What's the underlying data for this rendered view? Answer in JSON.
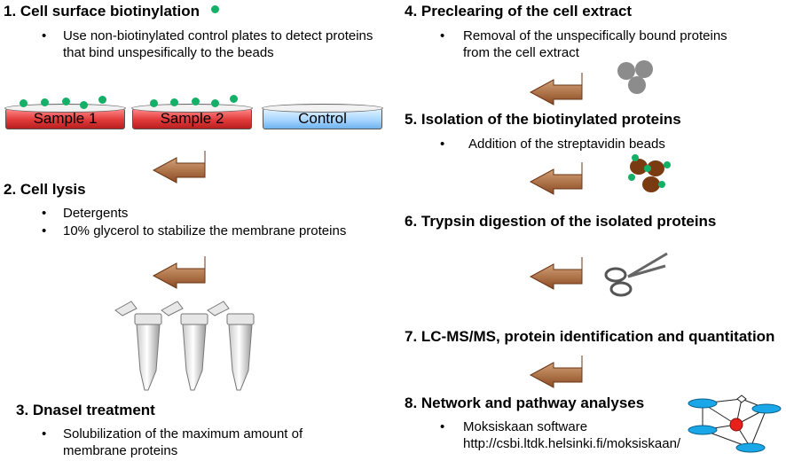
{
  "steps": [
    {
      "title": "1. Cell surface biotinylation",
      "bullets": [
        "Use non-biotinylated control plates to detect proteins",
        "that bind unspesifically to the beads"
      ]
    },
    {
      "title": "2. Cell lysis",
      "bullets": [
        "Detergents",
        "10% glycerol to stabilize the membrane proteins"
      ]
    },
    {
      "title": "3. DnaseI treatment",
      "bullets": [
        "Solubilization of the maximum amount of",
        "membrane proteins"
      ]
    },
    {
      "title": "4. Preclearing of the cell extract",
      "bullets": [
        "Removal of the unspecifically bound proteins",
        "from the cell extract"
      ]
    },
    {
      "title": "5. Isolation of the biotinylated proteins",
      "bullets": [
        "Addition of the streptavidin beads"
      ]
    },
    {
      "title": "6. Trypsin digestion of the isolated proteins"
    },
    {
      "title": "7. LC-MS/MS, protein identification and quantitation"
    },
    {
      "title": "8. Network and pathway analyses",
      "bullets": [
        "Moksiskaan software",
        "http://csbi.ltdk.helsinki.fi/moksiskaan/"
      ]
    }
  ],
  "bullet_symbol": "•",
  "dishes": [
    "Sample 1",
    "Sample 2",
    "Control"
  ],
  "colors": {
    "biotin_green": "#15b068",
    "sample_red": "#e23a3a",
    "control_blue": "#a9d6ff",
    "arrow_brown": "#8b4a22",
    "bead_brown": "#7a3a12",
    "bead_grey": "#8c8c8c",
    "network_cyan": "#19a7e8",
    "network_red": "#e8201c"
  },
  "icons": [
    "flow-arrow-icon",
    "microtube-icon",
    "grey-beads-icon",
    "streptavidin-beads-icon",
    "scissors-icon",
    "network-icon"
  ]
}
